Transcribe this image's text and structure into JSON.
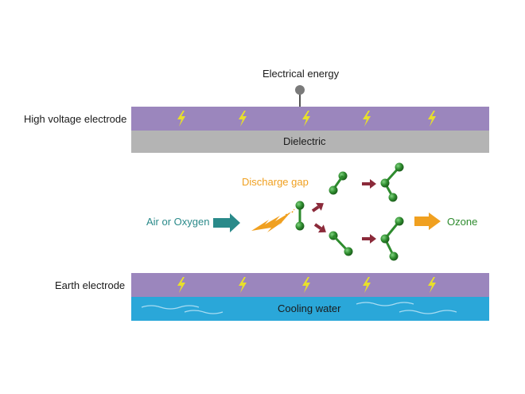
{
  "labels": {
    "electrical_energy": "Electrical energy",
    "high_voltage_electrode": "High voltage electrode",
    "dielectric": "Dielectric",
    "discharge_gap": "Discharge gap",
    "air_or_oxygen": "Air or Oxygen",
    "ozone": "Ozone",
    "earth_electrode": "Earth electrode",
    "cooling_water": "Cooling water"
  },
  "colors": {
    "electrode": "#9b86bd",
    "dielectric": "#b4b4b4",
    "cooling_water": "#2aa7d9",
    "lightning": "#e8e02a",
    "molecule": "#2e8b2e",
    "arrow_dark": "#8b2a3a",
    "arrow_teal": "#2a8a8a",
    "accent_orange": "#f0a020",
    "label_teal": "#2a8a8a",
    "label_green": "#2e8b2e"
  },
  "icons": {
    "lightning": "lightning-bolt-icon",
    "molecule": "molecule-icon",
    "terminal": "terminal-icon"
  }
}
